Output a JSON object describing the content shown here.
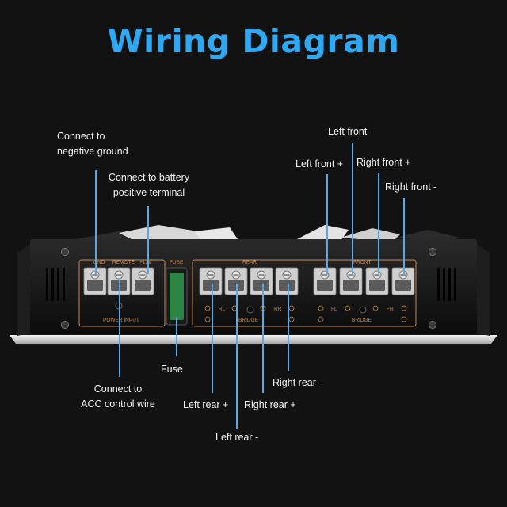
{
  "title": "Wiring Diagram",
  "labels": {
    "ground": [
      "Connect to",
      "negative ground"
    ],
    "battery": [
      "Connect to battery",
      "positive terminal"
    ],
    "acc": [
      "Connect to",
      "ACC control wire"
    ],
    "fuse": "Fuse",
    "left_front_neg": "Left front -",
    "left_front_pos": "Left front +",
    "right_front_pos": "Right front +",
    "right_front_neg": "Right front -",
    "left_rear_pos": "Left rear +",
    "left_rear_neg": "Left rear -",
    "right_rear_pos": "Right rear +",
    "right_rear_neg": "Right rear -"
  },
  "panel": {
    "gnd": "GND",
    "remote": "REMOTE",
    "plus12": "+12V",
    "power_input": "POWER INPUT",
    "fuse": "FUSE",
    "rear": "REAR",
    "front": "FRONT",
    "rl": "RL",
    "rr": "RR",
    "fl": "FL",
    "fr": "FR",
    "bridge": "BRIDGE"
  },
  "colors": {
    "title": "#2ea8f2",
    "leader": "#5aa9e6",
    "panel_print": "#c98a4e",
    "fuse": "#2f9a4a"
  }
}
